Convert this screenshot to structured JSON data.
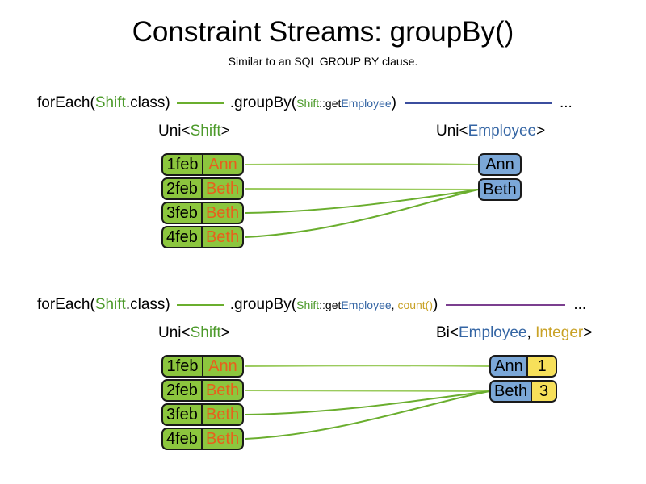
{
  "page": {
    "title": "Constraint Streams: groupBy()",
    "subtitle": "Similar to an SQL GROUP BY clause."
  },
  "colors": {
    "shift_green": "#8CC63E",
    "employee_blue": "#7BA7D7",
    "count_yellow": "#F7E05A",
    "name_orange": "#E8601C",
    "token_green": "#4C9A2A",
    "token_blue": "#3465A4",
    "token_gold": "#C9A227",
    "wire_green": "#6AAE2E",
    "line_blue": "#3B4E9E",
    "line_purple": "#7B3F8F",
    "border_dark": "#1A1A1A"
  },
  "diagrams": [
    {
      "id": "groupby-single",
      "code": {
        "for_each_prefix": "forEach(",
        "for_each_type": "Shift",
        "for_each_suffix": ".class)",
        "group_by_prefix": ".groupBy(",
        "group_by_class": "Shift",
        "group_by_sep": "::get",
        "group_by_prop": "Employee",
        "group_by_suffix": ")",
        "ellipsis": "..."
      },
      "left_type": {
        "container": "Uni<",
        "generic": "Shift",
        "close": ">"
      },
      "right_type": {
        "container": "Uni<",
        "generic": "Employee",
        "close": ">"
      },
      "shifts": [
        {
          "date": "1feb",
          "employee": "Ann"
        },
        {
          "date": "2feb",
          "employee": "Beth"
        },
        {
          "date": "3feb",
          "employee": "Beth"
        },
        {
          "date": "4feb",
          "employee": "Beth"
        }
      ],
      "employees": [
        {
          "name": "Ann"
        },
        {
          "name": "Beth"
        }
      ]
    },
    {
      "id": "groupby-count",
      "code": {
        "for_each_prefix": "forEach(",
        "for_each_type": "Shift",
        "for_each_suffix": ".class)",
        "group_by_prefix": ".groupBy(",
        "group_by_class": "Shift",
        "group_by_sep": "::get",
        "group_by_prop": "Employee",
        "group_by_comma": ", ",
        "group_by_collector": "count()",
        "group_by_suffix": ")",
        "ellipsis": "..."
      },
      "left_type": {
        "container": "Uni<",
        "generic": "Shift",
        "close": ">"
      },
      "right_type": {
        "container": "Bi<",
        "generic": "Employee",
        "comma": ", ",
        "generic2": "Integer",
        "close": ">"
      },
      "shifts": [
        {
          "date": "1feb",
          "employee": "Ann"
        },
        {
          "date": "2feb",
          "employee": "Beth"
        },
        {
          "date": "3feb",
          "employee": "Beth"
        },
        {
          "date": "4feb",
          "employee": "Beth"
        }
      ],
      "employees": [
        {
          "name": "Ann",
          "count": "1"
        },
        {
          "name": "Beth",
          "count": "3"
        }
      ]
    }
  ]
}
